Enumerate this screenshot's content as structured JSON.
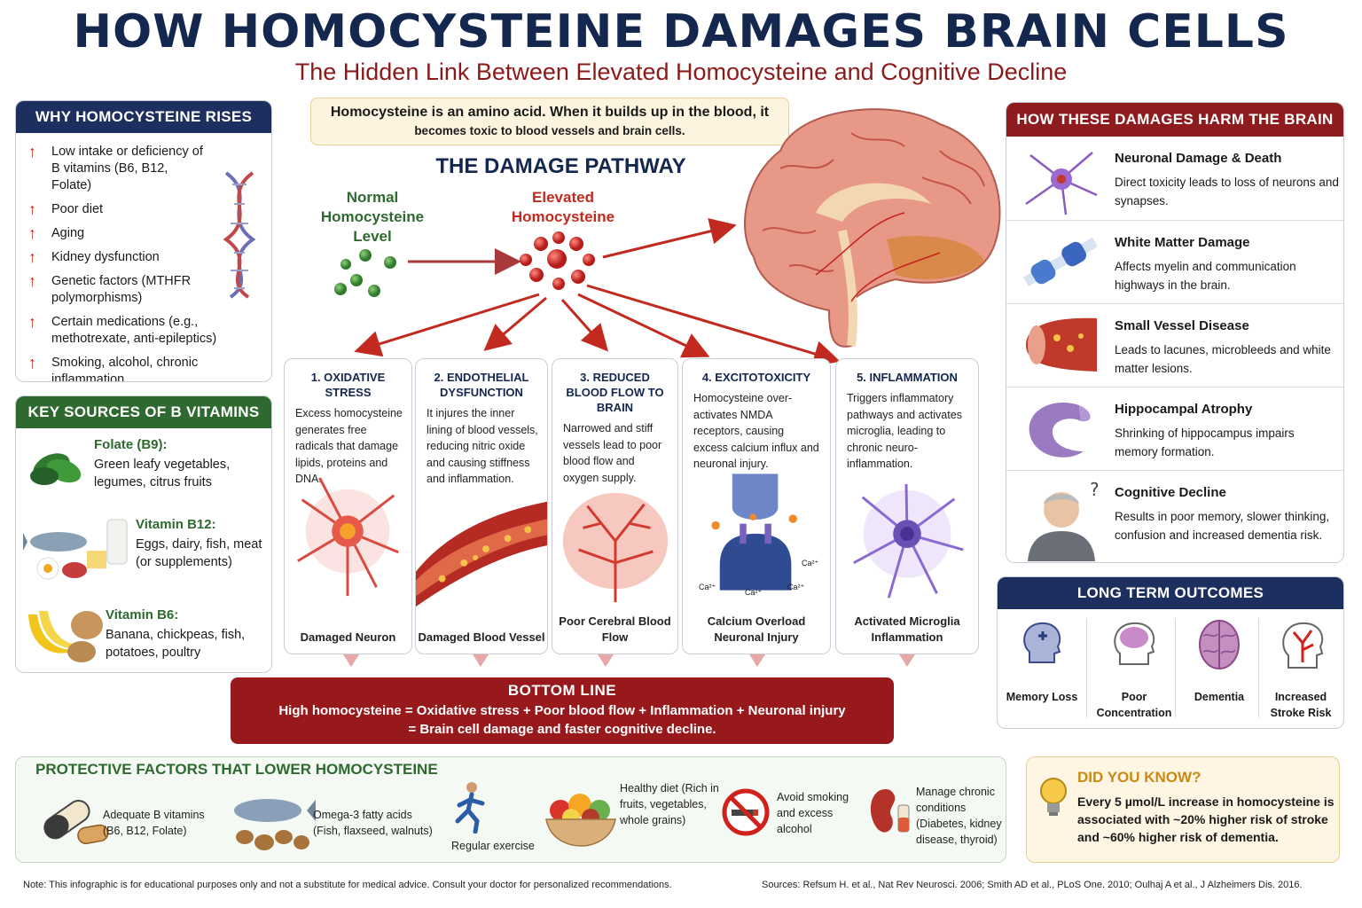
{
  "header": {
    "title": "HOW HOMOCYSTEINE DAMAGES BRAIN CELLS",
    "subtitle": "The Hidden Link Between Elevated Homocysteine and Cognitive Decline"
  },
  "why_rises": {
    "title": "WHY HOMOCYSTEINE RISES",
    "items": [
      "Low intake or deficiency of B vitamins (B6, B12, Folate)",
      "Poor diet",
      "Aging",
      "Kidney dysfunction",
      "Genetic factors (MTHFR polymorphisms)",
      "Certain medications (e.g., methotrexate, anti-epileptics)",
      "Smoking, alcohol, chronic inflammation"
    ]
  },
  "vitamins": {
    "title": "KEY SOURCES OF B VITAMINS",
    "items": [
      {
        "name": "Folate (B9):",
        "text": "Green leafy vegetables, legumes, citrus fruits"
      },
      {
        "name": "Vitamin B12:",
        "text": "Eggs, dairy, fish, meat (or supplements)"
      },
      {
        "name": "Vitamin B6:",
        "text": "Banana, chickpeas, fish, potatoes, poultry"
      }
    ]
  },
  "intro": {
    "line1": "Homocysteine is an amino acid. When it builds up in the blood, it",
    "line2": "becomes toxic to blood vessels and brain cells."
  },
  "pathway": {
    "title": "THE DAMAGE PATHWAY",
    "normal_label": "Normal Homocysteine Level",
    "elevated_label": "Elevated Homocysteine",
    "cards": [
      {
        "title": "1. OXIDATIVE STRESS",
        "text": "Excess homocysteine generates free radicals that damage lipids, proteins and DNA.",
        "foot": "Damaged Neuron"
      },
      {
        "title": "2. ENDOTHELIAL DYSFUNCTION",
        "text": "It injures the inner lining of blood vessels, reducing nitric oxide and causing stiffness and inflammation.",
        "foot": "Damaged Blood Vessel"
      },
      {
        "title": "3. REDUCED BLOOD FLOW TO BRAIN",
        "text": "Narrowed and stiff vessels lead to poor blood flow and oxygen supply.",
        "foot": "Poor Cerebral Blood Flow"
      },
      {
        "title": "4. EXCITOTOXICITY",
        "text": "Homocysteine over-activates NMDA receptors, causing excess calcium influx and neuronal injury.",
        "foot": "Calcium Overload Neuronal Injury"
      },
      {
        "title": "5. INFLAMMATION",
        "text": "Triggers inflammatory pathways and activates microglia, leading to chronic neuro-inflammation.",
        "foot": "Activated Microglia Inflammation"
      }
    ],
    "calcium_labels": [
      "Ca²⁺",
      "Ca²⁺",
      "Ca²⁺",
      "Ca²⁺"
    ]
  },
  "bottom_line": {
    "title": "BOTTOM LINE",
    "line1": "High homocysteine = Oxidative stress + Poor blood flow + Inflammation + Neuronal injury",
    "line2": "= Brain cell damage and faster cognitive decline."
  },
  "harm": {
    "title": "HOW THESE DAMAGES HARM THE BRAIN",
    "items": [
      {
        "title": "Neuronal Damage & Death",
        "text": "Direct toxicity leads to loss of neurons and synapses."
      },
      {
        "title": "White Matter Damage",
        "text": "Affects myelin and communication highways in the brain."
      },
      {
        "title": "Small Vessel Disease",
        "text": "Leads to lacunes, microbleeds and white matter lesions."
      },
      {
        "title": "Hippocampal Atrophy",
        "text": "Shrinking of hippocampus impairs memory formation."
      },
      {
        "title": "Cognitive Decline",
        "text": "Results in poor memory, slower thinking, confusion and increased dementia risk."
      }
    ]
  },
  "outcomes": {
    "title": "LONG TERM OUTCOMES",
    "items": [
      "Memory Loss",
      "Poor Concentration",
      "Dementia",
      "Increased Stroke Risk"
    ]
  },
  "protective": {
    "title": "PROTECTIVE FACTORS THAT LOWER HOMOCYSTEINE",
    "items": [
      "Adequate B vitamins (B6, B12, Folate)",
      "Omega-3 fatty acids (Fish, flaxseed, walnuts)",
      "Regular exercise",
      "Healthy diet (Rich in fruits, vegetables, whole grains)",
      "Avoid smoking and excess alcohol",
      "Manage chronic conditions (Diabetes, kidney disease, thyroid)"
    ]
  },
  "did_you_know": {
    "title": "DID YOU KNOW?",
    "text": "Every 5 µmol/L increase in homocysteine is associated with ~20% higher risk of stroke and ~60% higher risk of dementia."
  },
  "footer": {
    "note": "Note: This infographic is for educational purposes only and not a substitute for medical advice. Consult your doctor for personalized recommendations.",
    "sources": "Sources: Refsum H. et al., Nat Rev Neurosci. 2006; Smith AD et al., PLoS One. 2010; Oulhaj A et al., J Alzheimers Dis. 2016."
  },
  "colors": {
    "navy": "#1c2f5e",
    "green": "#2e6a2f",
    "maroon": "#8e1c1e",
    "alert_red": "#c22a20",
    "gold": "#c98a12"
  }
}
